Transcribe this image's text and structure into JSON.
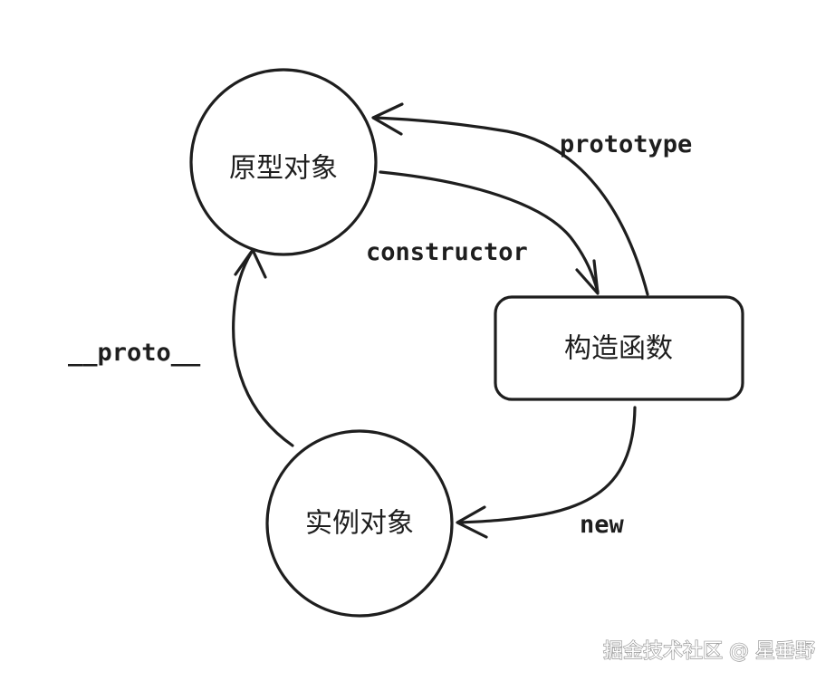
{
  "nodes": {
    "prototype_object": {
      "label": "原型对象",
      "fill": "#fbeb9b"
    },
    "constructor_function": {
      "label": "构造函数",
      "fill": "#b9efc0"
    },
    "instance_object": {
      "label": "实例对象",
      "fill": "#a5d3fb"
    }
  },
  "edges": {
    "prototype": {
      "label": "prototype"
    },
    "constructor": {
      "label": "constructor"
    },
    "new": {
      "label": "new"
    },
    "proto": {
      "label": "__proto__"
    }
  },
  "watermark": "掘金技术社区 @ 星垂野",
  "colors": {
    "stroke": "#1e1e1e",
    "background": "#ffffff"
  }
}
